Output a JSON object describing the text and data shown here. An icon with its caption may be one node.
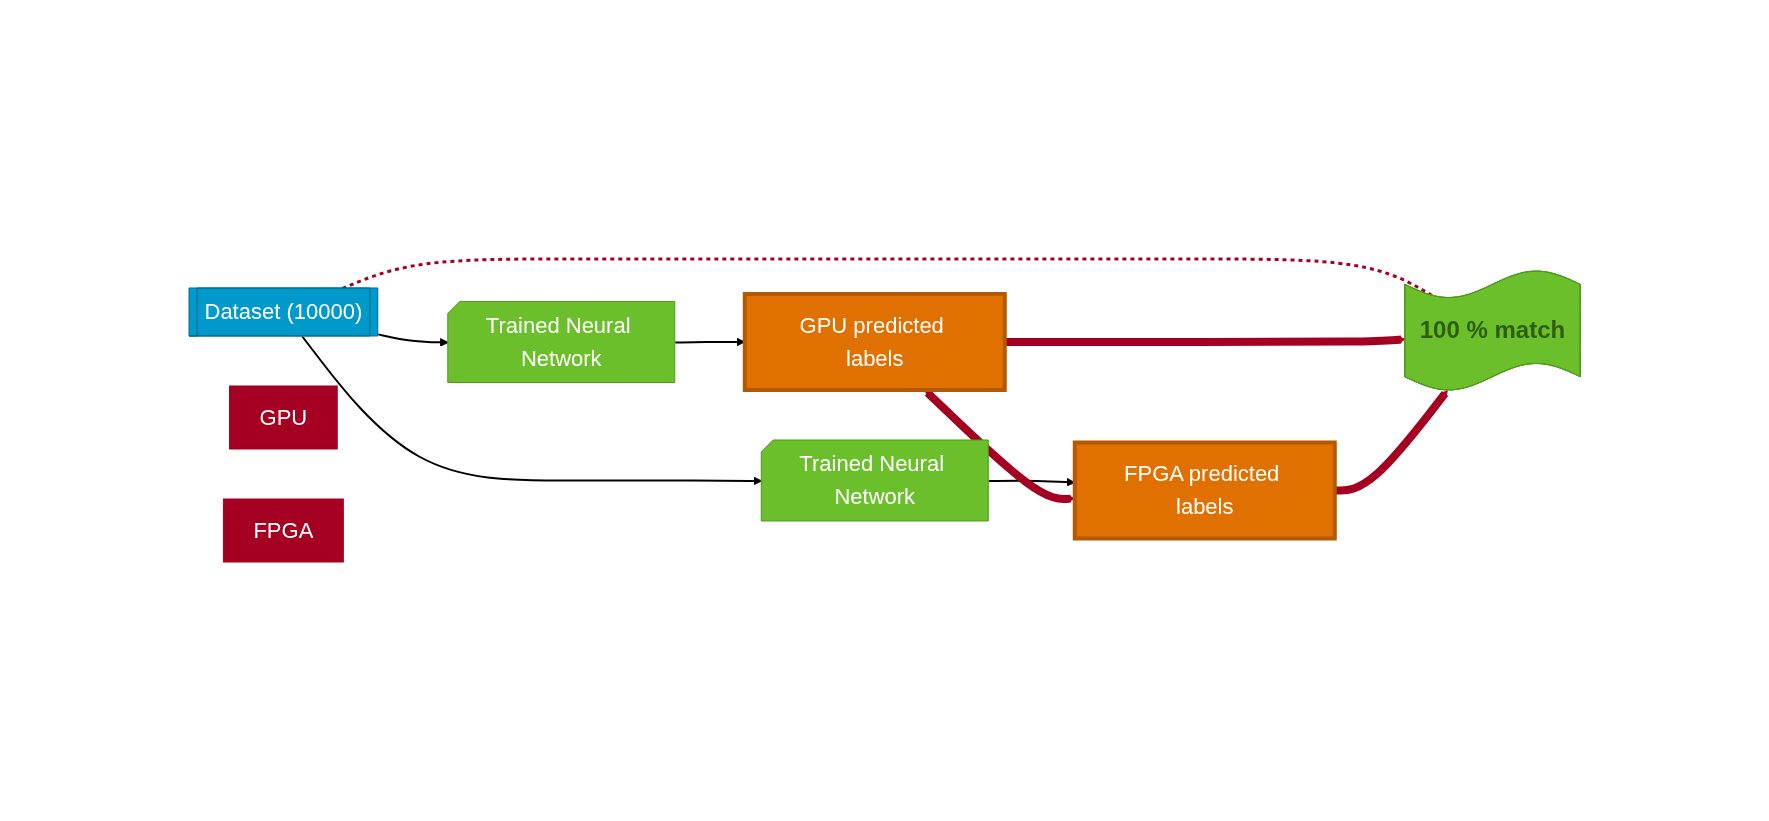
{
  "diagram": {
    "nodes": [
      {
        "text": [
          "Dataset (10000)"
        ]
      },
      {
        "text": [
          "GPU"
        ]
      },
      {
        "text": [
          "Trained Neural Network"
        ]
      },
      {
        "text": [
          "GPU predicted labels"
        ]
      },
      {
        "text": [
          "FPGA"
        ]
      },
      {
        "text": [
          "Trained Neural Network"
        ]
      },
      {
        "text": [
          "FPGA predicted labels"
        ]
      },
      {
        "text": [
          "100 % match"
        ]
      }
    ],
    "edges": [
      {
        "from": 0,
        "to": 2,
        "arrow": "to"
      },
      {
        "from": 0,
        "to": 5,
        "arrow": "to"
      },
      {
        "from": 2,
        "to": 3,
        "arrow": "to"
      },
      {
        "from": 5,
        "to": 6,
        "arrow": "to"
      },
      {
        "from": 0,
        "to": 7,
        "arrow": "none",
        "style": "dashed",
        "color": "#a50021"
      },
      {
        "from": 3,
        "to": 6,
        "arrow": "both",
        "style": "thick",
        "color": "#a50021"
      },
      {
        "from": 3,
        "to": 7,
        "arrow": "to",
        "style": "thick",
        "color": "#a50021"
      },
      {
        "from": 6,
        "to": 7,
        "arrow": "to",
        "style": "thick",
        "color": "#a50021"
      }
    ]
  }
}
